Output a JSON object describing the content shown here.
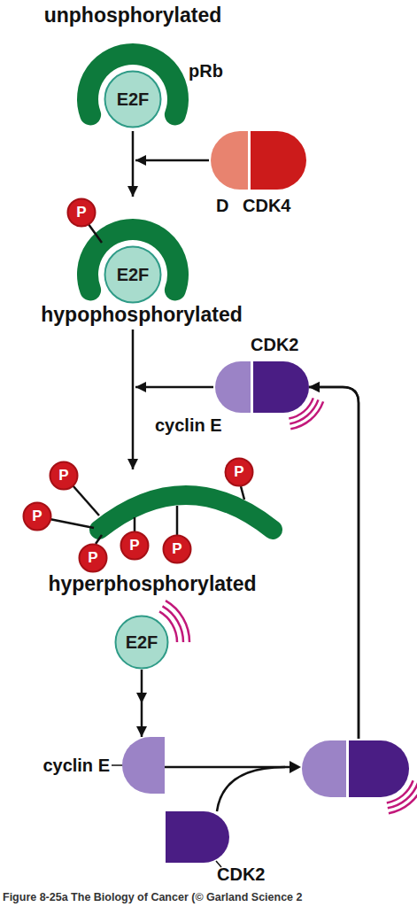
{
  "diagram": {
    "caption": "Figure 8-25a The Biology of Cancer (© Garland Science 2",
    "nodes": [
      {
        "text": [
          "unphosphorylated",
          "pRb"
        ]
      },
      {
        "text": [
          "E2F"
        ],
        "in": 0
      },
      {
        "text": [
          "D",
          "CDK4"
        ]
      },
      {
        "text": [
          "hypophosphorylated"
        ]
      },
      {
        "text": [
          "P"
        ],
        "in": 3
      },
      {
        "text": [
          "E2F"
        ],
        "in": 3
      },
      {
        "text": [
          "CDK2",
          "cyclin E"
        ]
      },
      {
        "text": [
          "hyperphosphorylated"
        ]
      },
      {
        "text": [
          "P"
        ],
        "in": 7
      },
      {
        "text": [
          "P"
        ],
        "in": 7
      },
      {
        "text": [
          "P"
        ],
        "in": 7
      },
      {
        "text": [
          "P"
        ],
        "in": 7
      },
      {
        "text": [
          "P"
        ],
        "in": 7
      },
      {
        "text": [
          "P"
        ],
        "in": 7
      },
      {
        "text": [
          "E2F"
        ]
      },
      {
        "text": [
          "cyclin E"
        ]
      },
      {
        "text": [
          "CDK2"
        ]
      }
    ],
    "edges": [
      {
        "from": 0,
        "to": 3,
        "arrow": "to"
      },
      {
        "from": 3,
        "to": 7,
        "arrow": "to"
      },
      {
        "from": 14,
        "to": 15,
        "arrow": "to"
      },
      {
        "from": 15,
        "to": 6,
        "arrow": "to"
      },
      {
        "from": 16,
        "to": 6,
        "arrow": "to"
      }
    ]
  }
}
